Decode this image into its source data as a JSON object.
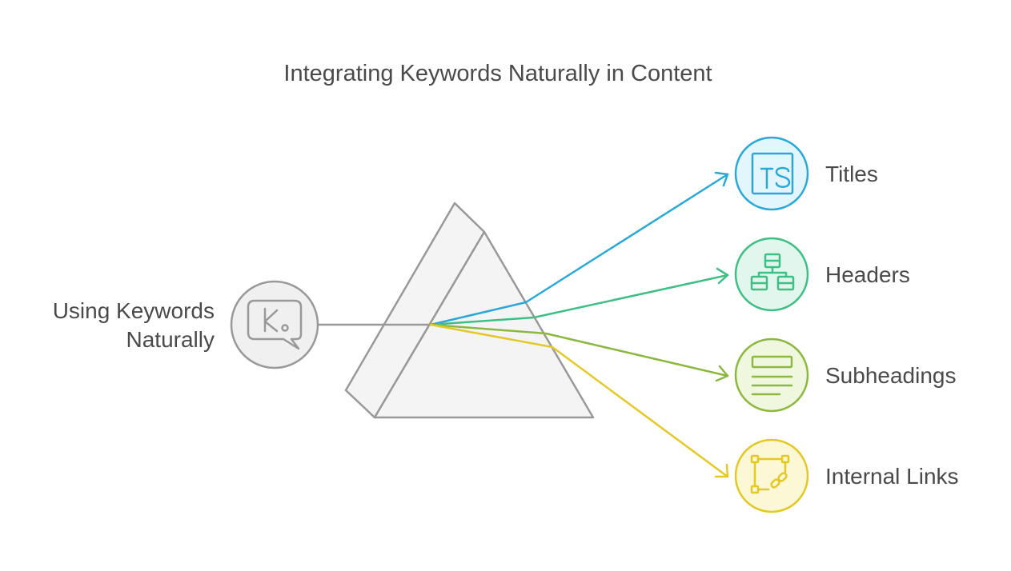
{
  "title": "Integrating Keywords Naturally in Content",
  "source": {
    "label_line1": "Using Keywords",
    "label_line2": "Naturally",
    "icon": "keyword-k-chat-icon",
    "color": "#999999"
  },
  "outputs": [
    {
      "label": "Titles",
      "icon": "ts-title-icon",
      "color": "#2aa8d6",
      "fill": "#e4f6fd"
    },
    {
      "label": "Headers",
      "icon": "hierarchy-icon",
      "color": "#3fbf86",
      "fill": "#e1f6ec"
    },
    {
      "label": "Subheadings",
      "icon": "text-lines-icon",
      "color": "#8cb840",
      "fill": "#f0f7df"
    },
    {
      "label": "Internal Links",
      "icon": "link-nodes-icon",
      "color": "#e2c927",
      "fill": "#fcf7d4"
    }
  ],
  "colors": {
    "text": "#4a4a4a",
    "prism_fill": "#f4f4f4",
    "prism_stroke": "#999999"
  }
}
